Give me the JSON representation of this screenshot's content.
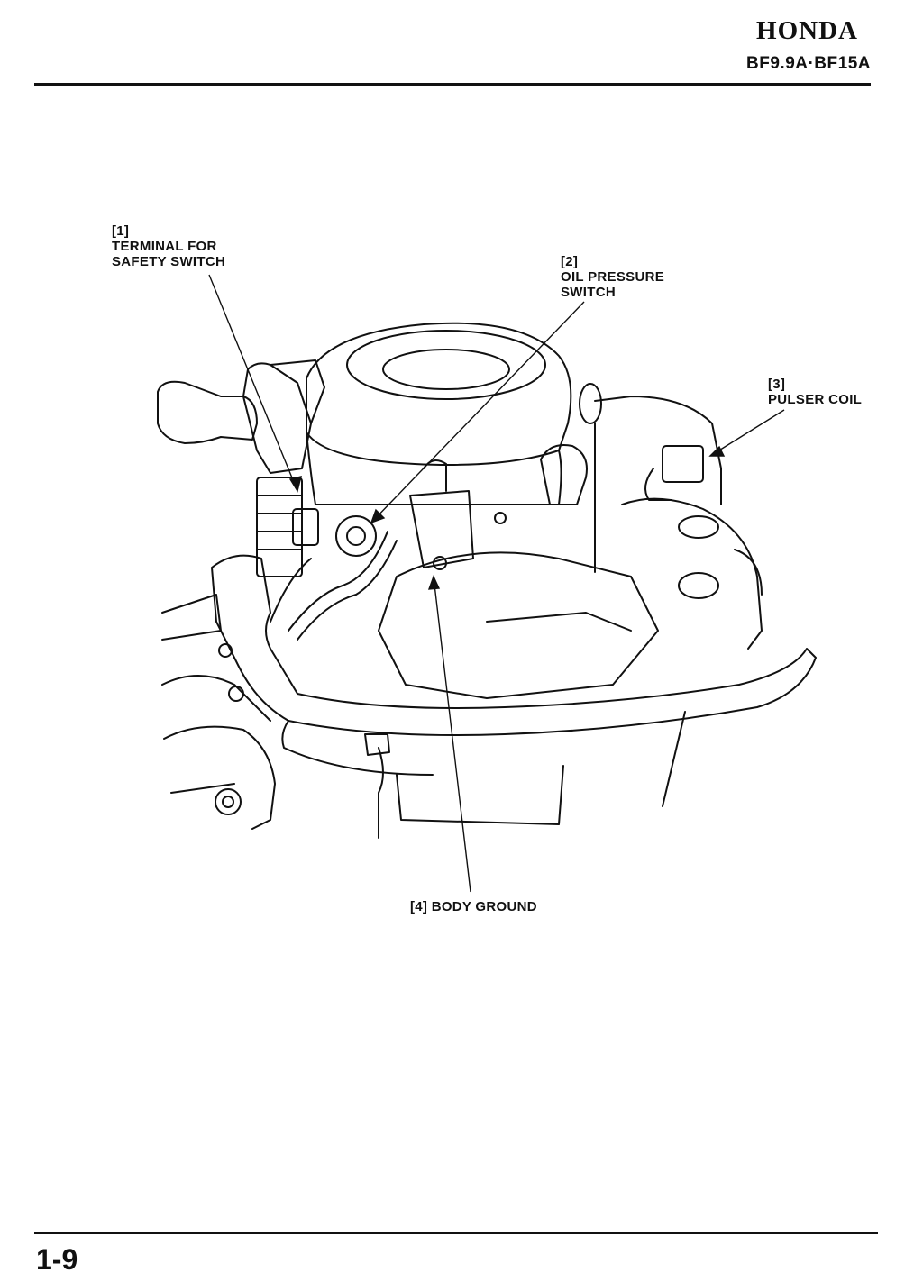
{
  "header": {
    "brand": "HONDA",
    "model": "BF9.9A·BF15A"
  },
  "callouts": [
    {
      "number": "[1]",
      "line1": "TERMINAL FOR",
      "line2": "SAFETY SWITCH"
    },
    {
      "number": "[2]",
      "line1": "OIL PRESSURE",
      "line2": "SWITCH"
    },
    {
      "number": "[3]",
      "line1": "PULSER COIL",
      "line2": ""
    },
    {
      "number": "[4]",
      "line1": "BODY GROUND",
      "line2": ""
    }
  ],
  "footer": {
    "page_number": "1-9"
  }
}
